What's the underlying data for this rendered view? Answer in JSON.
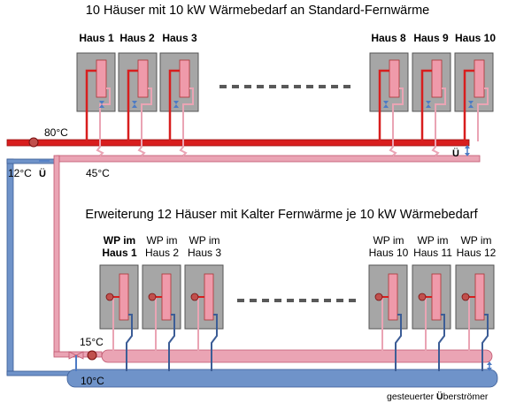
{
  "top": {
    "title": "10 Häuser mit 10 kW Wärmebedarf an Standard-Fernwärme",
    "houses": [
      "Haus 1",
      "Haus 2",
      "Haus 3",
      "Haus 8",
      "Haus 9",
      "Haus 10"
    ],
    "temp_supply": "80°C",
    "temp_return": "45°C",
    "overflow_label": "Ü"
  },
  "bottom": {
    "title": "Erweiterung 12 Häuser mit Kalter Fernwärme je 10 kW Wärmebedarf",
    "houses": [
      [
        "WP im",
        "Haus 1"
      ],
      [
        "WP im",
        "Haus 2"
      ],
      [
        "WP im",
        "Haus 3"
      ],
      [
        "WP im",
        "Haus 10"
      ],
      [
        "WP im",
        "Haus 11"
      ],
      [
        "WP im",
        "Haus 12"
      ]
    ],
    "temp_warm": "15°C",
    "temp_cold": "10°C",
    "temp_feed": "12°C",
    "overflow_label": "Ü",
    "footnote_prefix": "gesteuerter ",
    "footnote_bold": "Ü",
    "footnote_suffix": "berströmer"
  },
  "colors": {
    "supply_red": "#d81e1e",
    "return_pink": "#eaa4b4",
    "cold_blue": "#6f93c9",
    "house_gray": "#a6a6a6",
    "radiator_pink": "#ef9aaa",
    "dashes": "#595959"
  }
}
